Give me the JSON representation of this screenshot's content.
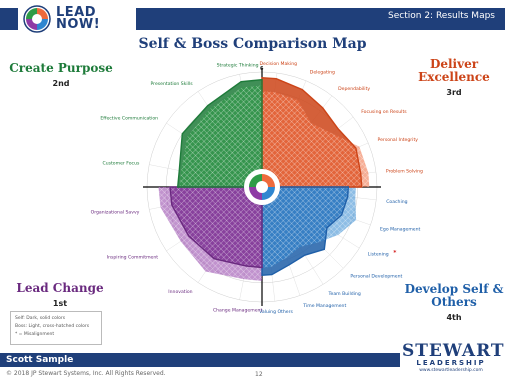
{
  "header": {
    "logo_line1": "LEAD",
    "logo_line2": "NOW!",
    "section_label": "Section 2: Results Maps"
  },
  "main_title": "Self & Boss Comparison Map",
  "quadrants": [
    {
      "key": "create",
      "title": "Create Purpose",
      "rank": "2nd",
      "color": "#1e7b3a",
      "fill": "#2e9b47"
    },
    {
      "key": "deliver",
      "title": "Deliver Excellence",
      "rank": "3rd",
      "color": "#cc4418",
      "fill": "#ee6a3c"
    },
    {
      "key": "develop",
      "title": "Develop Self & Others",
      "rank": "4th",
      "color": "#1f5fa8",
      "fill": "#2f86d0"
    },
    {
      "key": "lead",
      "title": "Lead Change",
      "rank": "1st",
      "color": "#6a2a7f",
      "fill": "#8e3aa5"
    }
  ],
  "chart_data": {
    "type": "radar",
    "scale_max": 6,
    "axis_max_label": "6",
    "axes": [
      {
        "label": "Decision Making",
        "quadrant": "deliver",
        "self": 5.7,
        "boss": 5.0
      },
      {
        "label": "Delegating",
        "quadrant": "deliver",
        "self": 5.5,
        "boss": 4.9
      },
      {
        "label": "Dependability",
        "quadrant": "deliver",
        "self": 5.2,
        "boss": 4.2
      },
      {
        "label": "Focusing on Results",
        "quadrant": "deliver",
        "self": 5.0,
        "boss": 4.6
      },
      {
        "label": "Personal Integrity",
        "quadrant": "deliver",
        "self": 5.3,
        "boss": 5.5
      },
      {
        "label": "Problem Solving",
        "quadrant": "deliver",
        "self": 5.2,
        "boss": 5.6
      },
      {
        "label": "Coaching",
        "quadrant": "develop",
        "self": 4.5,
        "boss": 4.9
      },
      {
        "label": "Ego Management",
        "quadrant": "develop",
        "self": 4.4,
        "boss": 5.2
      },
      {
        "label": "Listening",
        "quadrant": "develop",
        "self": 4.0,
        "boss": 4.7,
        "flag": true
      },
      {
        "label": "Personal Development",
        "quadrant": "develop",
        "self": 4.6,
        "boss": 4.1
      },
      {
        "label": "Team Building",
        "quadrant": "develop",
        "self": 4.2,
        "boss": 3.7
      },
      {
        "label": "Time Management",
        "quadrant": "develop",
        "self": 4.3,
        "boss": 3.9
      },
      {
        "label": "Valuing Others",
        "quadrant": "develop",
        "self": 4.6,
        "boss": 4.2
      },
      {
        "label": "Change Management",
        "quadrant": "lead",
        "self": 4.2,
        "boss": 4.9
      },
      {
        "label": "Innovation",
        "quadrant": "lead",
        "self": 4.5,
        "boss": 5.3
      },
      {
        "label": "Inspiring Commitment",
        "quadrant": "lead",
        "self": 4.6,
        "boss": 5.1
      },
      {
        "label": "Organizational Savvy",
        "quadrant": "lead",
        "self": 4.8,
        "boss": 5.4
      },
      {
        "label": "Customer Focus",
        "quadrant": "create",
        "self": 4.4,
        "boss": 4.3
      },
      {
        "label": "Effective Communication",
        "quadrant": "create",
        "self": 5.0,
        "boss": 4.7
      },
      {
        "label": "Presentation Skills",
        "quadrant": "create",
        "self": 5.1,
        "boss": 4.9
      },
      {
        "label": "Strategic Thinking",
        "quadrant": "create",
        "self": 5.6,
        "boss": 5.3
      }
    ]
  },
  "legend": {
    "line1": "Self: Dark, solid colors",
    "line2": "Boss: Light, cross-hatched colors",
    "line3": "* = Misalignment"
  },
  "footer": {
    "name": "Scott Sample",
    "copyright": "© 2018 JP Stewart Systems, Inc. All Rights Reserved.",
    "page": "12",
    "brand_main": "STEWART",
    "brand_sub": "LEADERSHIP",
    "brand_url": "www.stewartleadership.com"
  }
}
